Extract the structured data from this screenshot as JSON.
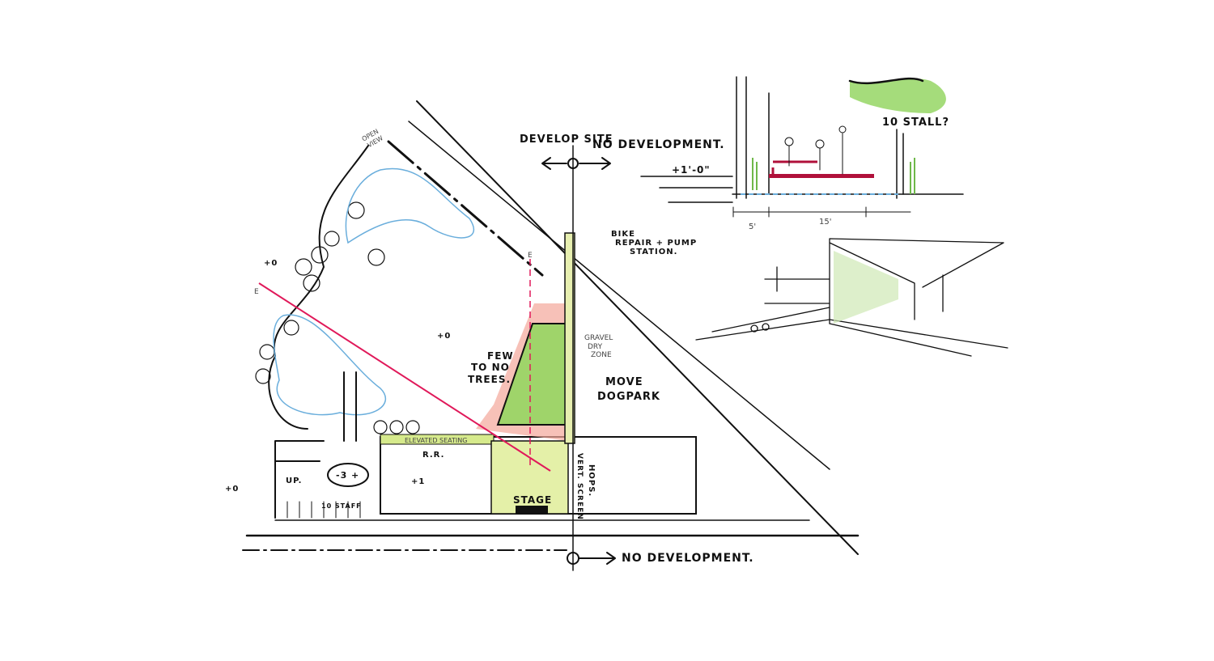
{
  "site_plan": {
    "develop_site": "DEVELOP SITE",
    "no_development_top": "NO DEVELOPMENT.",
    "no_development_bottom": "NO DEVELOPMENT.",
    "bike_repair": [
      "BIKE",
      "REPAIR + PUMP",
      "STATION."
    ],
    "gravel_dry_zone": [
      "GRAVEL",
      "DRY",
      "ZONE"
    ],
    "few_trees": [
      "FEW",
      "TO NO",
      "TREES."
    ],
    "move_dogpark": [
      "MOVE",
      "DOGPARK"
    ],
    "elevated_seating": "ELEVATED SEATING",
    "restroom": "R.R.",
    "stage": "STAGE",
    "vert_screen": "VERT. SCREEN",
    "hops": "HOPS.",
    "open_view": [
      "OPEN",
      "VIEW"
    ],
    "up": "UP.",
    "parking_staff": "10 STAFF",
    "level_minus3": "-3 +",
    "level_plus1": "+1",
    "level_plus0_a": "+0",
    "level_plus0_b": "+0",
    "level_plus0_c": "+0",
    "section_mark_a": "E",
    "section_mark_b": "E"
  },
  "section_sketch": {
    "elevation": "+1'-0\"",
    "dim_5": "5'",
    "dim_15": "15'",
    "stall_note": "10 STALL?"
  },
  "colors": {
    "ink": "#111111",
    "accent_red": "#e0195a",
    "green": "#7cc243",
    "light_green": "#d6ea8c",
    "salmon": "#f3a79a",
    "water_blue": "#6aaedc"
  }
}
